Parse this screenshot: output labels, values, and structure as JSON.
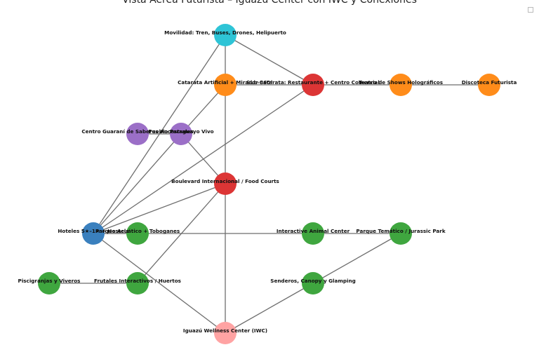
{
  "title": "Vista Aérea Futurista – Iguazú Center con IWC y Conexiones",
  "colors": {
    "cyan": "#2ec4d6",
    "orange": "#ff8c1a",
    "red": "#dc3535",
    "purple": "#9b6fc7",
    "blue": "#3a80be",
    "green": "#3fa63f",
    "pink": "#ffa3a3",
    "edge": "#6e6e6e"
  },
  "nodes": [
    {
      "id": "movilidad",
      "label": "Movilidad: Tren, Buses, Drones, Helipuerto",
      "color": "cyan"
    },
    {
      "id": "catarata",
      "label": "Catarata Artificial + Mirador 360°",
      "color": "orange"
    },
    {
      "id": "sub",
      "label": "Sub-Catarata: Restaurante + Centro Comercial",
      "color": "red"
    },
    {
      "id": "teatro",
      "label": "Teatro de Shows Holográficos",
      "color": "orange"
    },
    {
      "id": "discoteca",
      "label": "Discoteca Futurista",
      "color": "orange"
    },
    {
      "id": "guarani",
      "label": "Centro Guaraní de Saberes Ancestrales",
      "color": "purple"
    },
    {
      "id": "pueblo",
      "label": "Pueblo Paraguayo Vivo",
      "color": "purple"
    },
    {
      "id": "boulevard",
      "label": "Boulevard Internacional / Food Courts",
      "color": "red"
    },
    {
      "id": "hoteles",
      "label": "Hoteles 5★–1★ + Hostels",
      "color": "blue"
    },
    {
      "id": "parque_acuatico",
      "label": "Parque Acuático + Toboganes",
      "color": "green"
    },
    {
      "id": "animal",
      "label": "Interactive Animal Center",
      "color": "green"
    },
    {
      "id": "jurassic",
      "label": "Parque Temático / Jurassic Park",
      "color": "green"
    },
    {
      "id": "pisci",
      "label": "Piscigranjas y Viveros",
      "color": "green"
    },
    {
      "id": "frutales",
      "label": "Frutales Interactivos / Huertos",
      "color": "green"
    },
    {
      "id": "senderos",
      "label": "Senderos, Canopy y Glamping",
      "color": "green"
    },
    {
      "id": "iwc",
      "label": "Iguazú Wellness Center (IWC)",
      "color": "pink"
    }
  ],
  "edges": [
    [
      "movilidad",
      "catarata"
    ],
    [
      "movilidad",
      "sub"
    ],
    [
      "movilidad",
      "hoteles"
    ],
    [
      "catarata",
      "sub"
    ],
    [
      "catarata",
      "boulevard"
    ],
    [
      "catarata",
      "pueblo"
    ],
    [
      "sub",
      "teatro"
    ],
    [
      "sub",
      "hoteles"
    ],
    [
      "teatro",
      "discoteca"
    ],
    [
      "guarani",
      "pueblo"
    ],
    [
      "pueblo",
      "hoteles"
    ],
    [
      "pueblo",
      "boulevard"
    ],
    [
      "boulevard",
      "hoteles"
    ],
    [
      "boulevard",
      "frutales"
    ],
    [
      "boulevard",
      "iwc"
    ],
    [
      "hoteles",
      "parque_acuatico"
    ],
    [
      "hoteles",
      "animal"
    ],
    [
      "hoteles",
      "iwc"
    ],
    [
      "animal",
      "jurassic"
    ],
    [
      "pisci",
      "frutales"
    ],
    [
      "senderos",
      "iwc"
    ],
    [
      "senderos",
      "jurassic"
    ]
  ]
}
